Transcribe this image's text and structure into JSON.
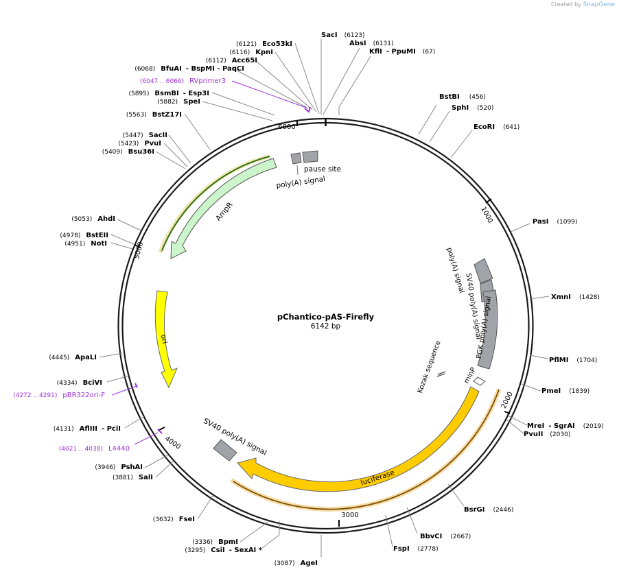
{
  "credit": {
    "prefix": "Created by",
    "brand": "SnapGene"
  },
  "plasmid": {
    "name": "pChantico-pAS-Firefly",
    "size_label": "6142 bp",
    "length": 6142
  },
  "ruler": [
    "1000",
    "2000",
    "3000",
    "4000",
    "5000",
    "6000"
  ],
  "sites": [
    {
      "name": "SacI",
      "pos": "(6123)",
      "side": "r"
    },
    {
      "name": "AbsI",
      "pos": "(6131)",
      "side": "r"
    },
    {
      "name": "KflI",
      "extra": "- PpuMI",
      "pos": "(67)",
      "side": "r"
    },
    {
      "name": "BstBI",
      "pos": "(456)",
      "side": "r"
    },
    {
      "name": "SphI",
      "pos": "(520)",
      "side": "r"
    },
    {
      "name": "EcoRI",
      "pos": "(641)",
      "side": "r"
    },
    {
      "name": "PasI",
      "pos": "(1099)",
      "side": "r"
    },
    {
      "name": "XmnI",
      "pos": "(1428)",
      "side": "r"
    },
    {
      "name": "PflMI",
      "pos": "(1704)",
      "side": "r"
    },
    {
      "name": "PmeI",
      "pos": "(1839)",
      "side": "r"
    },
    {
      "name": "MreI",
      "extra": "- SgrAI",
      "pos": "(2019)",
      "side": "r"
    },
    {
      "name": "PvuII",
      "pos": "(2030)",
      "side": "r"
    },
    {
      "name": "BsrGI",
      "pos": "(2446)",
      "side": "r"
    },
    {
      "name": "BbvCI",
      "pos": "(2667)",
      "side": "r"
    },
    {
      "name": "FspI",
      "pos": "(2778)",
      "side": "r"
    },
    {
      "name": "AgeI",
      "pos": "(3087)",
      "side": "l"
    },
    {
      "name": "CsiI",
      "extra": "- SexAI *",
      "pos": "(3295)",
      "side": "l"
    },
    {
      "name": "BpmI",
      "pos": "(3336)",
      "side": "l"
    },
    {
      "name": "FseI",
      "pos": "(3632)",
      "side": "l"
    },
    {
      "name": "SalI",
      "pos": "(3881)",
      "side": "l"
    },
    {
      "name": "PshAI",
      "pos": "(3946)",
      "side": "l"
    },
    {
      "name": "AflIII",
      "extra": "- PciI",
      "pos": "(4131)",
      "side": "l"
    },
    {
      "name": "BciVI",
      "pos": "(4334)",
      "side": "l"
    },
    {
      "name": "ApaLI",
      "pos": "(4445)",
      "side": "l"
    },
    {
      "name": "NotI",
      "pos": "(4951)",
      "side": "l"
    },
    {
      "name": "BstEII",
      "pos": "(4978)",
      "side": "l"
    },
    {
      "name": "AhdI",
      "pos": "(5053)",
      "side": "l"
    },
    {
      "name": "Bsu36I",
      "pos": "(5409)",
      "side": "l"
    },
    {
      "name": "PvuI",
      "pos": "(5423)",
      "side": "l"
    },
    {
      "name": "SacII",
      "pos": "(5447)",
      "side": "l"
    },
    {
      "name": "BstZ17I",
      "pos": "(5563)",
      "side": "l"
    },
    {
      "name": "SpeI",
      "pos": "(5882)",
      "side": "l"
    },
    {
      "name": "BsmBI",
      "extra": "- Esp3I",
      "pos": "(5895)",
      "side": "l"
    },
    {
      "name": "BfuAI",
      "extra": "- BspMI  - PaqCI",
      "pos": "(6068)",
      "side": "l"
    },
    {
      "name": "Acc65I",
      "pos": "(6112)",
      "side": "l"
    },
    {
      "name": "KpnI",
      "pos": "(6116)",
      "side": "l"
    },
    {
      "name": "Eco53kI",
      "pos": "(6121)",
      "side": "l"
    }
  ],
  "primers": [
    {
      "name": "RVprimer3",
      "range": "(6047 .. 6066)"
    },
    {
      "name": "pBR322ori-F",
      "range": "(4272 .. 4291)"
    },
    {
      "name": "L4440",
      "range": "(4021 .. 4038)"
    }
  ],
  "features": [
    {
      "name": "AmpR",
      "kind": "arrow",
      "color": "#ccf5cc"
    },
    {
      "name": "ori",
      "kind": "arrow",
      "color": "#ffff00"
    },
    {
      "name": "luciferase",
      "kind": "arrow",
      "color": "#ffcc00"
    },
    {
      "name": "SV40 poly(A) signal",
      "kind": "box",
      "color": "#a0a4a8"
    },
    {
      "name": "poly(A) signal",
      "kind": "box",
      "color": "#a0a4a8"
    },
    {
      "name": "pause site",
      "kind": "box",
      "color": "#a0a4a8"
    },
    {
      "name": "SV40 poly(A) signal",
      "kind": "box",
      "color": "#a0a4a8"
    },
    {
      "name": "PGK poly(A) signal",
      "kind": "box",
      "color": "#a0a4a8"
    },
    {
      "name": "Kozak sequence",
      "kind": "mark",
      "color": "#777777"
    },
    {
      "name": "minP",
      "kind": "arrow",
      "color": "#ffffff"
    }
  ],
  "feature_labels": {
    "amp": "AmpR",
    "ori": "ori",
    "luc": "luciferase",
    "sv40_inner": "SV40 poly(A) signal",
    "polya_top": "poly(A) signal",
    "pause": "pause site",
    "polya_right": "poly(A) signal",
    "sv40_right": "SV40 poly(A) signal",
    "pgk": "PGK poly(A) signal",
    "kozak": "Kozak sequence",
    "minp": "minP"
  },
  "colors": {
    "backbone": "#1a1a1a",
    "primer": "#9b30d9",
    "amp_edge": "#2d6e12",
    "luc_edge": "#7a4d00",
    "label": "#000000",
    "pos": "#333333"
  }
}
